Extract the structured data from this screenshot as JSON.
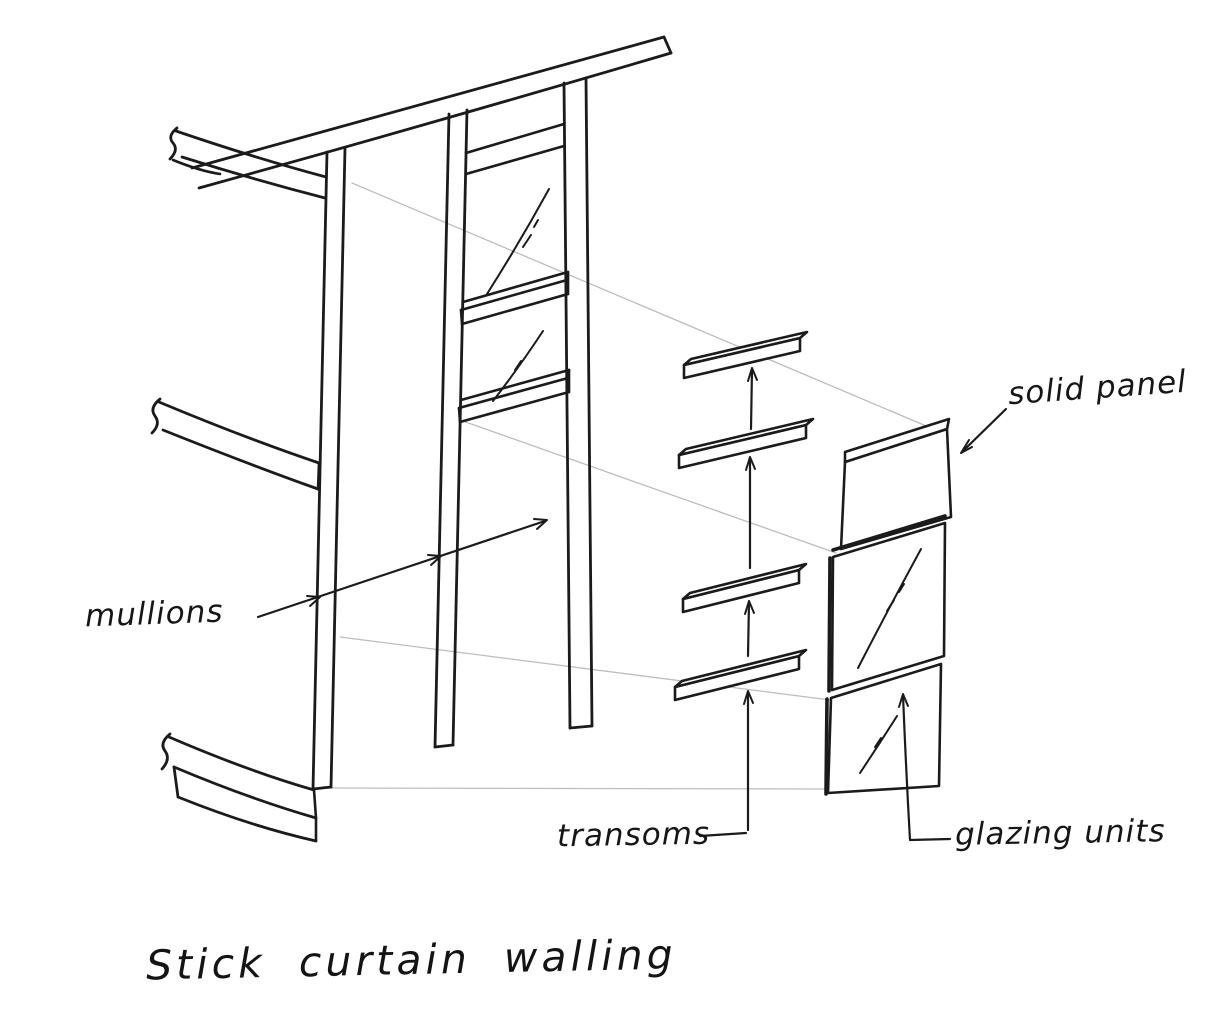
{
  "labels": {
    "mullions": "mullions",
    "transoms": "transoms",
    "solid_panel": "solid panel",
    "glazing_units": "glazing units"
  },
  "caption": "Stick curtain walling",
  "colors": {
    "ink": "#1b1b1b",
    "construction_line": "#bdbdbd",
    "background": "#ffffff"
  }
}
